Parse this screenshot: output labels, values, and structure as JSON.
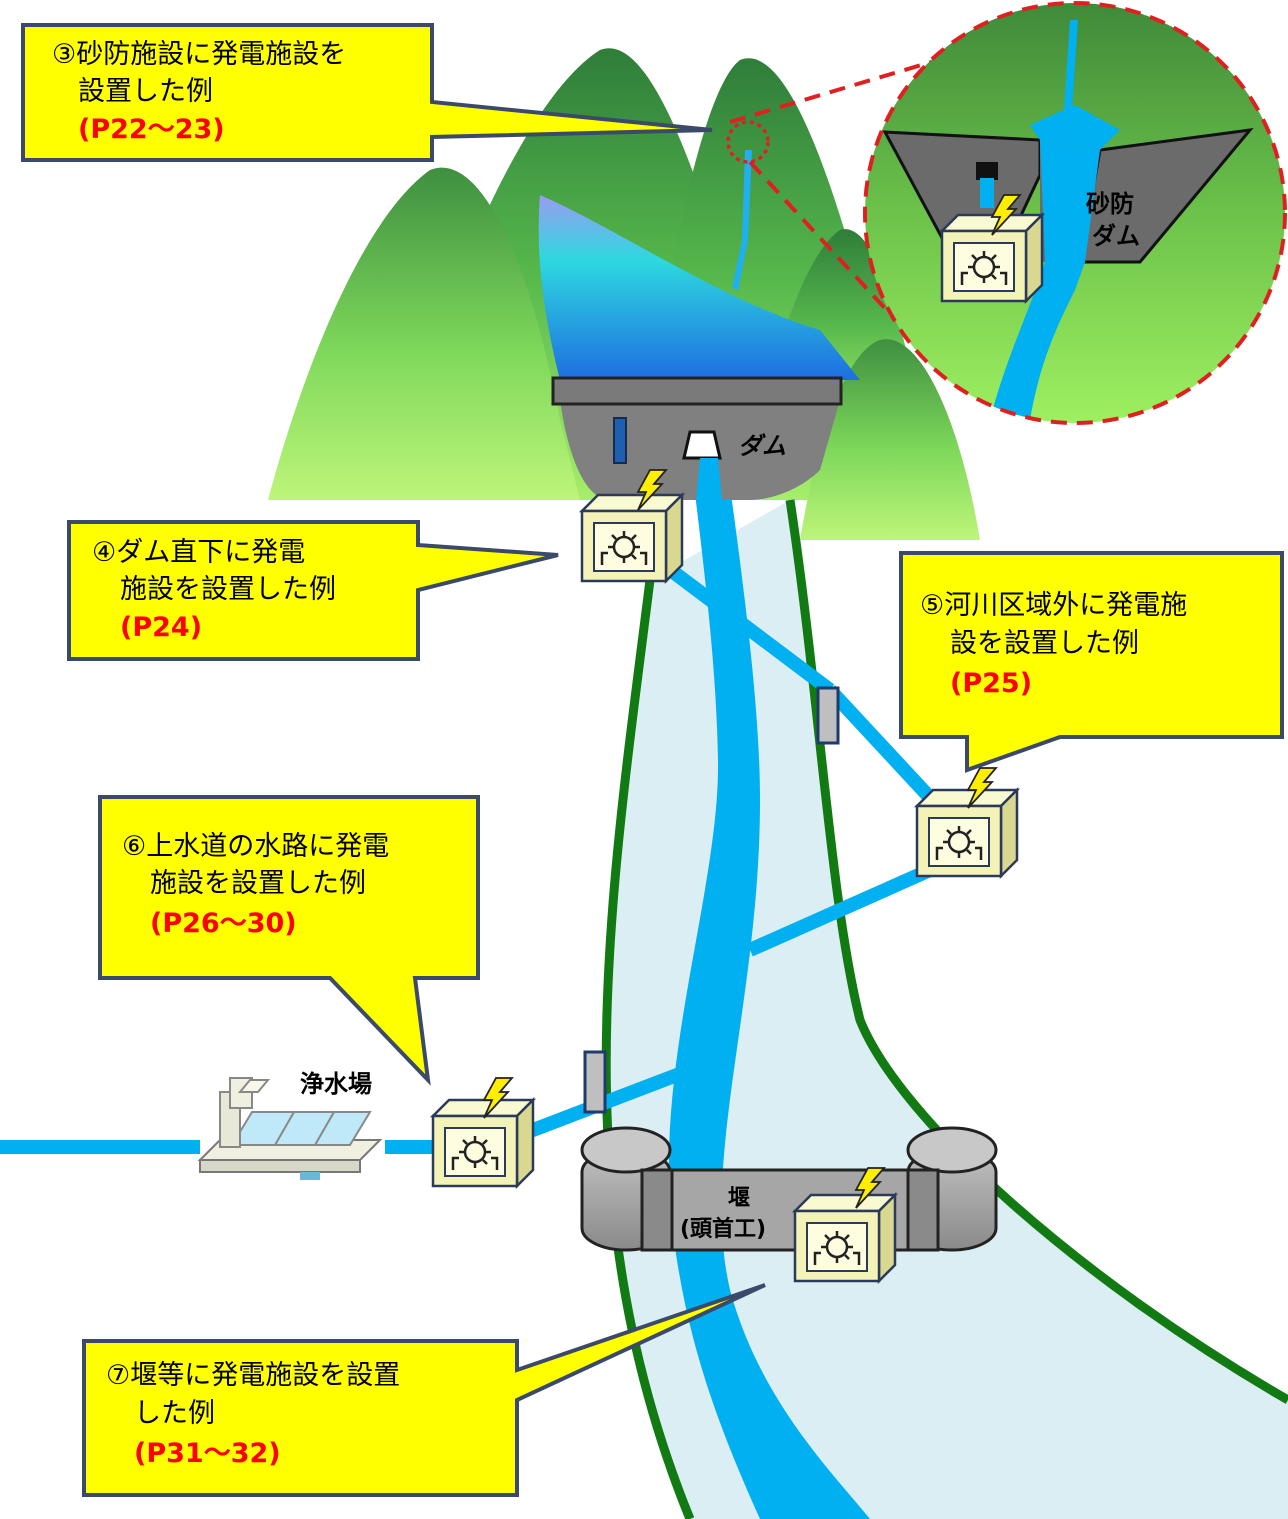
{
  "callouts": {
    "c3": {
      "line1": "③砂防施設に発電施設を",
      "line2": "設置した例",
      "ref": "(P22～23)"
    },
    "c4": {
      "line1": "④ダム直下に発電",
      "line2": "施設を設置した例",
      "ref": "(P24)"
    },
    "c5": {
      "line1": "⑤河川区域外に発電施",
      "line2": "設を設置した例",
      "ref": "(P25)"
    },
    "c6": {
      "line1": "⑥上水道の水路に発電",
      "line2": "施設を設置した例",
      "ref": "(P26～30)"
    },
    "c7": {
      "line1": "⑦堰等に発電施設を設置",
      "line2": "した例",
      "ref": "(P31～32)"
    }
  },
  "labels": {
    "dam": "ダム",
    "sabo_dam_line1": "砂防",
    "sabo_dam_line2": "ダム",
    "water_plant": "浄水場",
    "weir_line1": "堰",
    "weir_line2": "(頭首工)"
  },
  "colors": {
    "callout_fill": "#ffff00",
    "callout_border": "#3b4a6b",
    "reference_text": "#ff0000",
    "water": "#00b0f0",
    "riverbed": "#daeef3",
    "bank": "#127a12",
    "dam": "#7f7f7f",
    "highlight": "#e02020"
  },
  "icons": [
    "generator-box-icon",
    "lightning-bolt-icon",
    "turbine-gear-icon"
  ]
}
